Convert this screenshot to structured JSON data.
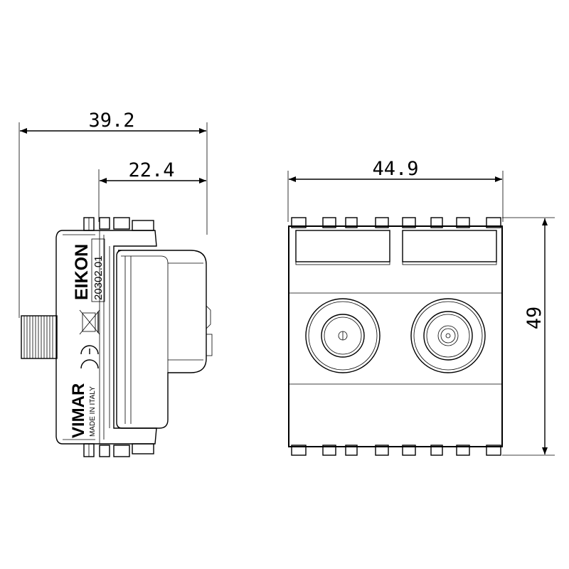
{
  "dimensions": {
    "side_total_width": "39.2",
    "side_body_width": "22.4",
    "front_width": "44.9",
    "front_height": "49"
  },
  "side_view": {
    "series_label": "EIKON",
    "product_code": "20302.01",
    "brand_label": "VIMAR",
    "origin_label": "MADE IN ITALY",
    "marks": [
      "ce-mark-icon",
      "weee-bin-icon"
    ]
  },
  "front_view": {
    "sockets": [
      "coaxial-socket-female-icon",
      "coaxial-socket-male-icon"
    ]
  }
}
